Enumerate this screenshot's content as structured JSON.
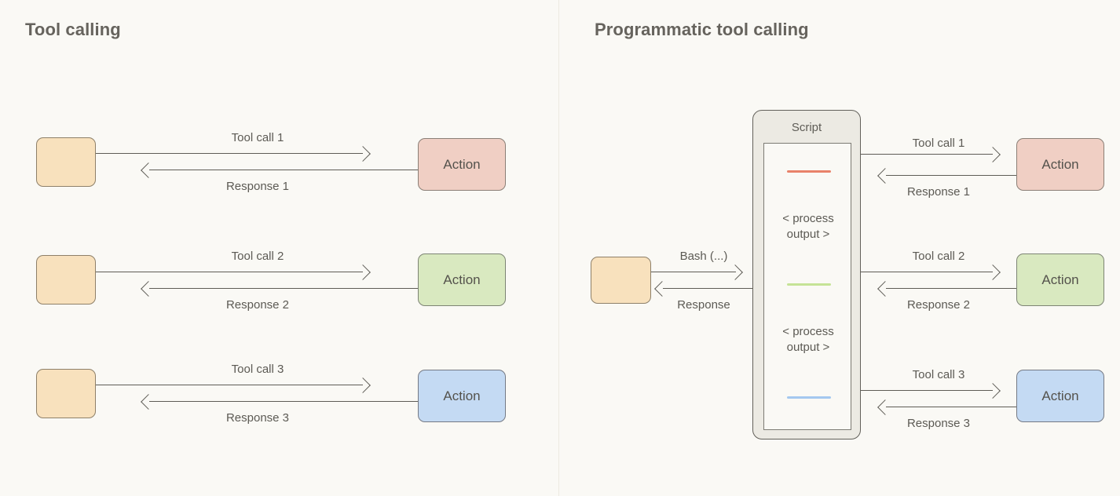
{
  "panels": {
    "left": {
      "title": "Tool calling"
    },
    "right": {
      "title": "Programmatic tool calling"
    }
  },
  "left_panel": {
    "agent_boxes": [
      {
        "label": ""
      },
      {
        "label": ""
      },
      {
        "label": ""
      }
    ],
    "rows": [
      {
        "request_label": "Tool call 1",
        "response_label": "Response 1",
        "action_label": "Action",
        "action_color": "#f0cfc4"
      },
      {
        "request_label": "Tool call 2",
        "response_label": "Response 2",
        "action_label": "Action",
        "action_color": "#d9e9c0"
      },
      {
        "request_label": "Tool call 3",
        "response_label": "Response 3",
        "action_label": "Action",
        "action_color": "#c4daf3"
      }
    ]
  },
  "right_panel": {
    "agent_box": {
      "label": ""
    },
    "bash_call": {
      "request_label": "Bash (...)",
      "response_label": "Response"
    },
    "script": {
      "title": "Script",
      "code_lines": [
        {
          "color": "#e8826a"
        },
        {
          "color": "#c5e396"
        },
        {
          "color": "#a4c8ef"
        }
      ],
      "process_output_blocks": [
        {
          "line1": "< process",
          "line2": "output >"
        },
        {
          "line1": "< process",
          "line2": "output >"
        }
      ]
    },
    "rows": [
      {
        "request_label": "Tool call 1",
        "response_label": "Response 1",
        "action_label": "Action",
        "action_color": "#f0cfc4"
      },
      {
        "request_label": "Tool call 2",
        "response_label": "Response 2",
        "action_label": "Action",
        "action_color": "#d9e9c0"
      },
      {
        "request_label": "Tool call 3",
        "response_label": "Response 3",
        "action_label": "Action",
        "action_color": "#c4daf3"
      }
    ]
  },
  "theme": {
    "background": "#faf9f5",
    "stroke": "#5e5c56",
    "text": "#5c5a54",
    "title_text": "#66635d",
    "agent_fill": "#f8e1bd",
    "divider": "#edeae1"
  }
}
